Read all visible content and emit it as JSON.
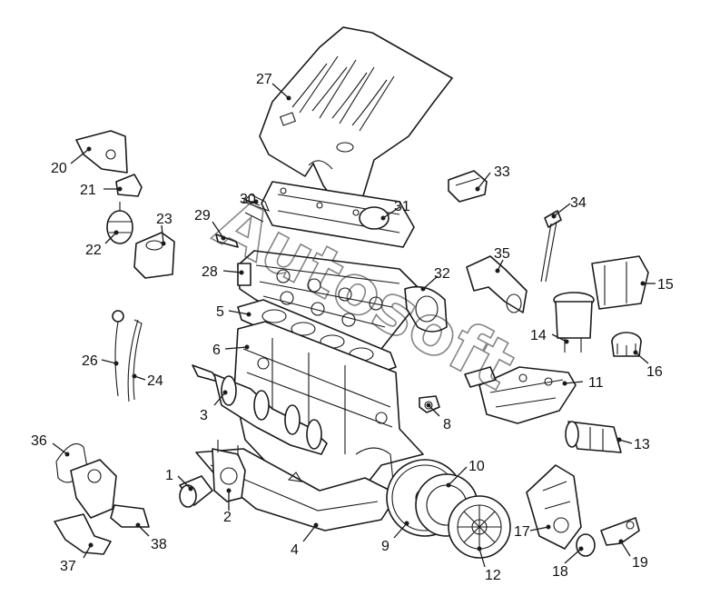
{
  "watermark": "Autosoft",
  "callouts": {
    "c1": "1",
    "c2": "2",
    "c3": "3",
    "c4": "4",
    "c5": "5",
    "c6": "6",
    "c8": "8",
    "c9": "9",
    "c10": "10",
    "c11": "11",
    "c12": "12",
    "c13": "13",
    "c14": "14",
    "c15": "15",
    "c16": "16",
    "c17": "17",
    "c18": "18",
    "c19": "19",
    "c20": "20",
    "c21": "21",
    "c22": "22",
    "c23": "23",
    "c24": "24",
    "c26": "26",
    "c27": "27",
    "c28": "28",
    "c29": "29",
    "c30": "30",
    "c31": "31",
    "c32": "32",
    "c33": "33",
    "c34": "34",
    "c35": "35",
    "c36": "36",
    "c37": "37",
    "c38": "38"
  }
}
